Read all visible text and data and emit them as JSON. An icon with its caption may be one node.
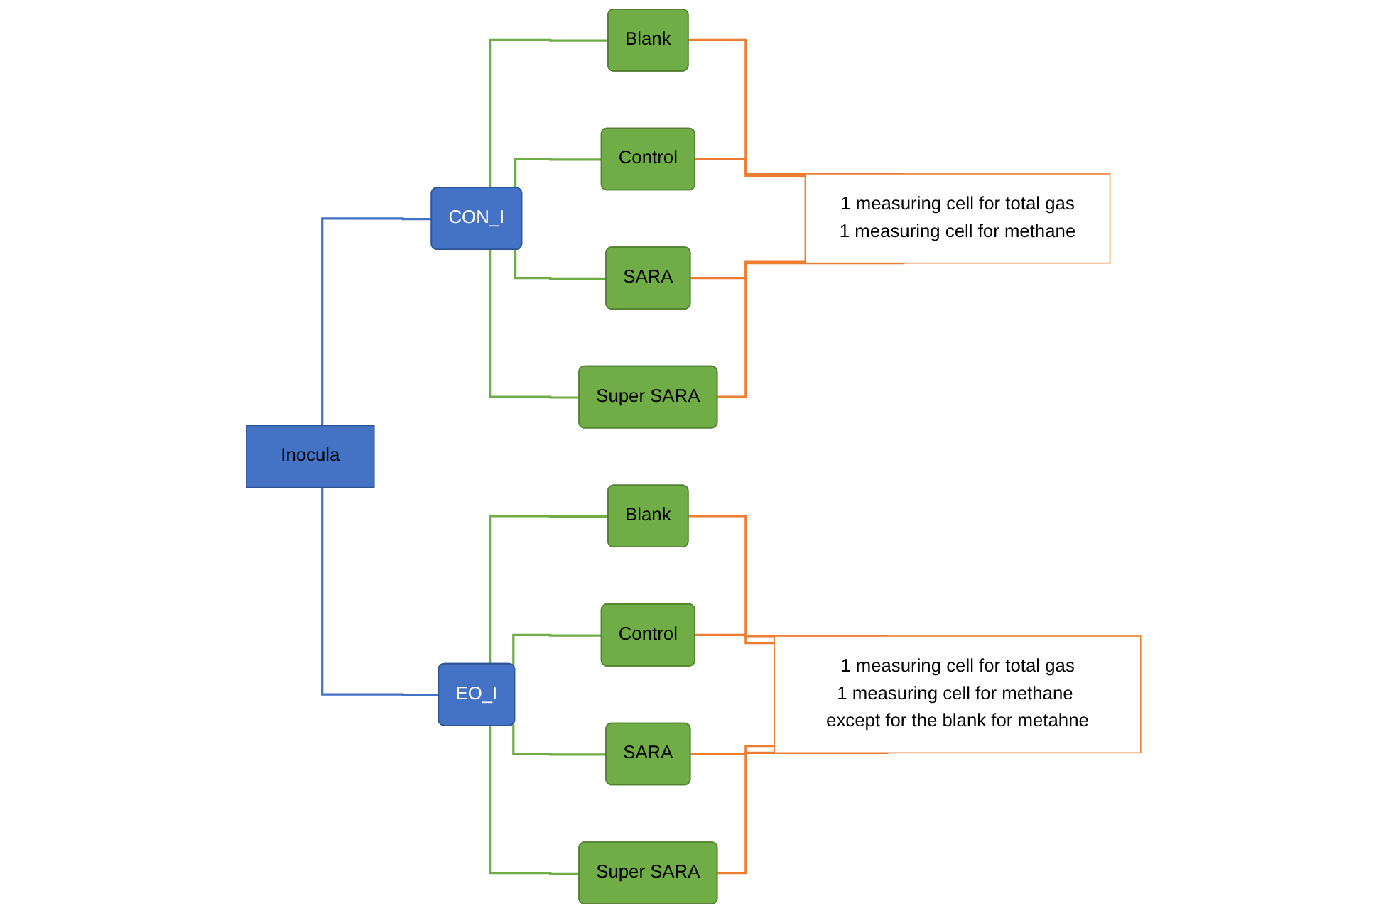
{
  "diagram": {
    "nodes": [
      {
        "text": [
          "Inocula"
        ]
      },
      {
        "text": [
          "CON_I"
        ]
      },
      {
        "text": [
          "Blank"
        ]
      },
      {
        "text": [
          "Control"
        ]
      },
      {
        "text": [
          "SARA"
        ]
      },
      {
        "text": [
          "Super SARA"
        ]
      },
      {
        "text": [
          "1 measuring cell for total gas",
          "1 measuring cell for methane"
        ]
      },
      {
        "text": [
          "EO_I"
        ]
      },
      {
        "text": [
          "Blank"
        ]
      },
      {
        "text": [
          "Control"
        ]
      },
      {
        "text": [
          "SARA"
        ]
      },
      {
        "text": [
          "Super SARA"
        ]
      },
      {
        "text": [
          "1 measuring cell for total gas",
          "1 measuring cell for methane except for the blank for metahne"
        ]
      }
    ],
    "edges": [
      {
        "from": 0,
        "to": 1,
        "arrow": "none",
        "color": "#4472c4"
      },
      {
        "from": 0,
        "to": 7,
        "arrow": "none",
        "color": "#4472c4"
      },
      {
        "from": 1,
        "to": 2,
        "arrow": "none",
        "color": "#70ad47"
      },
      {
        "from": 1,
        "to": 3,
        "arrow": "none",
        "color": "#70ad47"
      },
      {
        "from": 1,
        "to": 4,
        "arrow": "none",
        "color": "#70ad47"
      },
      {
        "from": 1,
        "to": 5,
        "arrow": "none",
        "color": "#70ad47"
      },
      {
        "from": 2,
        "to": 6,
        "arrow": "none",
        "color": "#ed7d31"
      },
      {
        "from": 3,
        "to": 6,
        "arrow": "none",
        "color": "#ed7d31"
      },
      {
        "from": 4,
        "to": 6,
        "arrow": "none",
        "color": "#ed7d31"
      },
      {
        "from": 5,
        "to": 6,
        "arrow": "none",
        "color": "#ed7d31"
      },
      {
        "from": 7,
        "to": 8,
        "arrow": "none",
        "color": "#70ad47"
      },
      {
        "from": 7,
        "to": 9,
        "arrow": "none",
        "color": "#70ad47"
      },
      {
        "from": 7,
        "to": 10,
        "arrow": "none",
        "color": "#70ad47"
      },
      {
        "from": 7,
        "to": 11,
        "arrow": "none",
        "color": "#70ad47"
      },
      {
        "from": 8,
        "to": 12,
        "arrow": "none",
        "color": "#ed7d31"
      },
      {
        "from": 9,
        "to": 12,
        "arrow": "none",
        "color": "#ed7d31"
      },
      {
        "from": 10,
        "to": 12,
        "arrow": "none",
        "color": "#ed7d31"
      },
      {
        "from": 11,
        "to": 12,
        "arrow": "none",
        "color": "#ed7d31"
      }
    ]
  }
}
